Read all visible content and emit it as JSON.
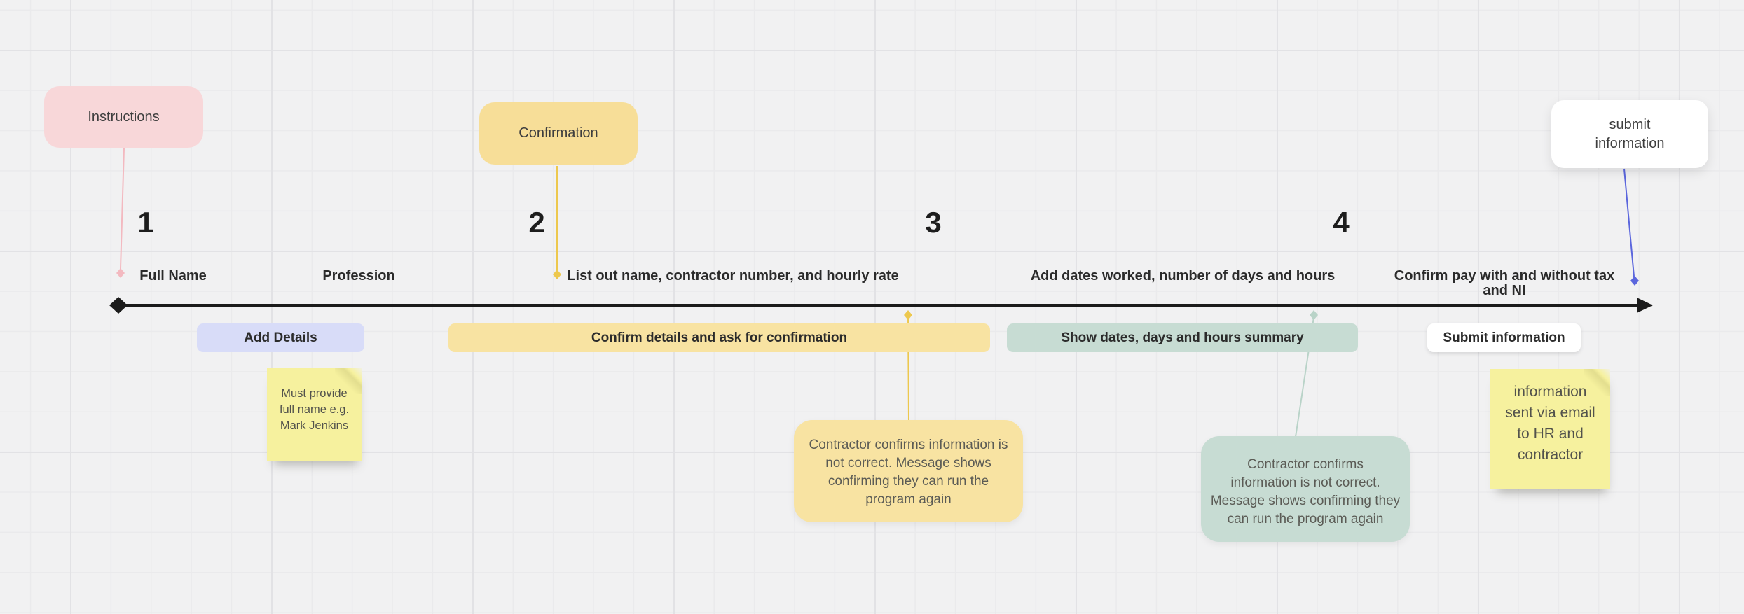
{
  "canvas": {
    "background": "#f1f1f2",
    "grid_minor_color": "#eaeaec",
    "grid_major_color": "#e2e2e5"
  },
  "timeline": {
    "color": "#1b1b1b"
  },
  "stage_numbers": [
    "1",
    "2",
    "3",
    "4"
  ],
  "milestones": [
    {
      "label": "Full Name"
    },
    {
      "label": "Profession"
    },
    {
      "label": "List out name, contractor number, and hourly rate"
    },
    {
      "label": "Add dates worked, number of days and hours"
    },
    {
      "label": "Confirm pay with and without tax\nand NI"
    }
  ],
  "phases": [
    {
      "label": "Add Details",
      "fill": "#d8dcf8"
    },
    {
      "label": "Confirm details and ask for confirmation",
      "fill": "#f8e3a2"
    },
    {
      "label": "Show dates, days and hours summary",
      "fill": "#c7dcd3"
    },
    {
      "label": "Submit information",
      "fill": "#ffffff"
    }
  ],
  "callouts": [
    {
      "label": "Instructions",
      "fill": "#f8d7d9",
      "connector": "#f3b9c0"
    },
    {
      "label": "Confirmation",
      "fill": "#f7de98",
      "connector": "#edc84e"
    },
    {
      "label": "submit\ninformation",
      "fill": "#ffffff",
      "connector": "#5b66dd"
    }
  ],
  "sticky_notes": [
    {
      "text": "Must provide\nfull name e.g.\nMark Jenkins",
      "fill": "#f6f19e"
    },
    {
      "text": "information\nsent via email\nto HR and\ncontractor",
      "fill": "#f6f19e"
    }
  ],
  "floating_notes": [
    {
      "text": "Contractor confirms information is\nnot correct. Message shows\nconfirming they can run the\nprogram again",
      "fill": "#f8e3a2",
      "connector": "#edc84e"
    },
    {
      "text": "Contractor confirms\ninformation is not correct.\nMessage shows confirming they\ncan run the program again",
      "fill": "#c7dcd3",
      "connector": "#b9d3c8"
    }
  ]
}
